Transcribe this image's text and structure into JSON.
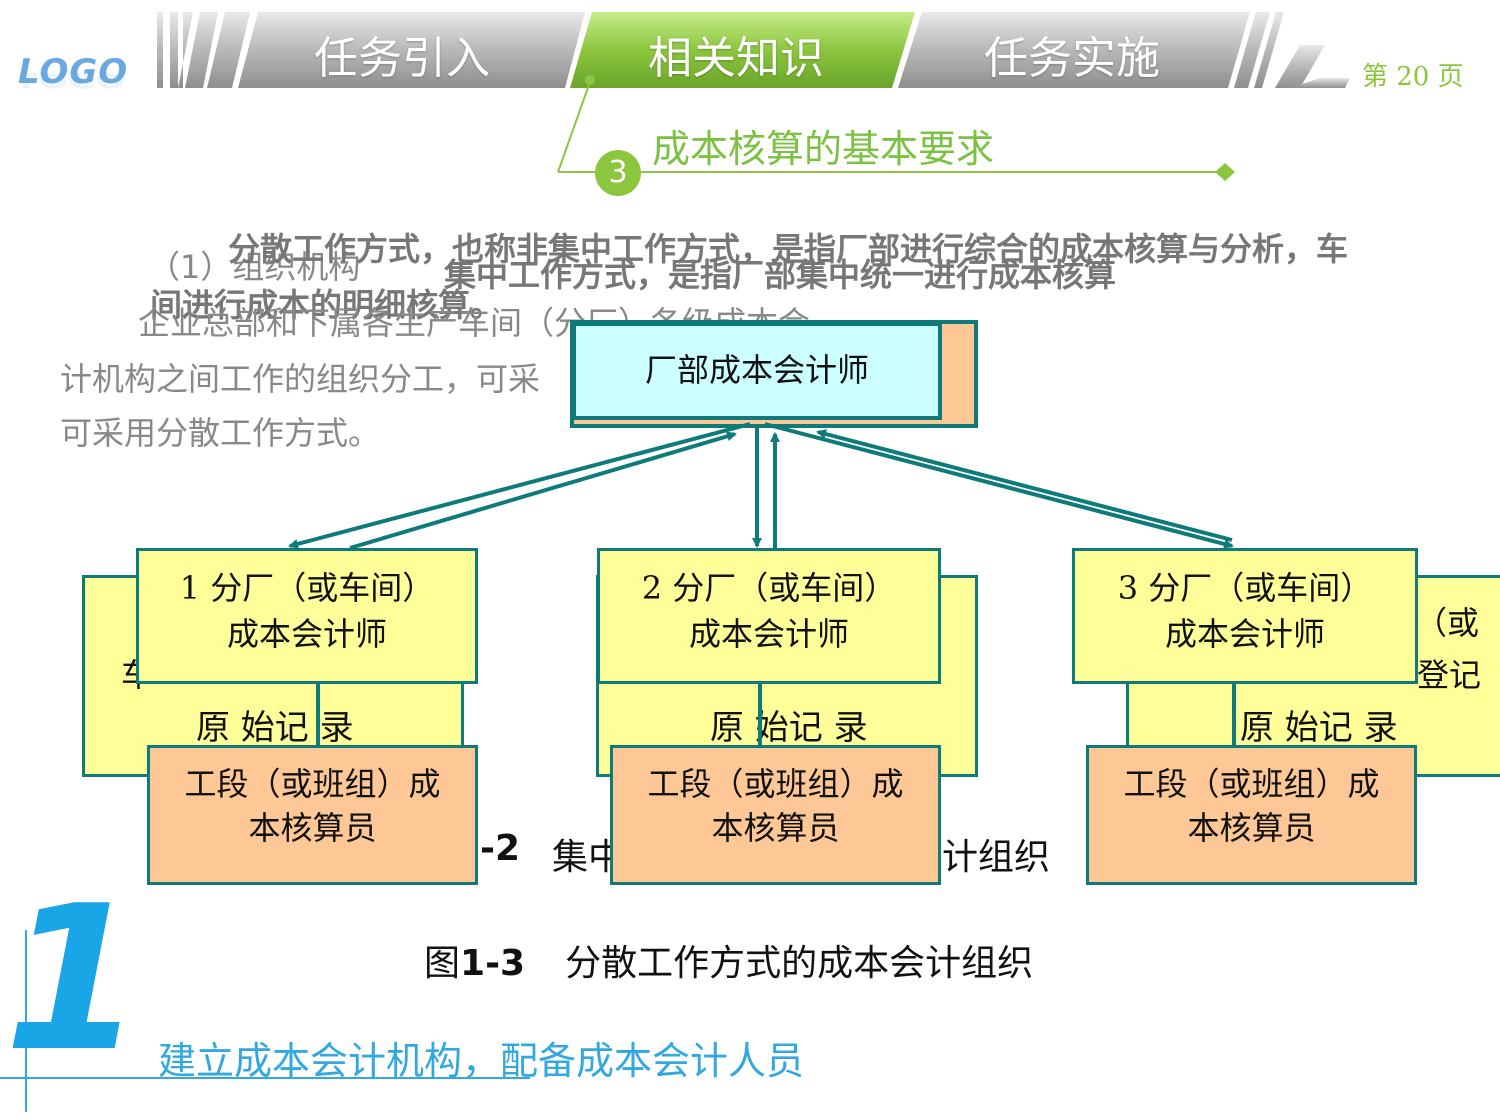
{
  "header": {
    "logo_text": "LOGO",
    "tabs": [
      {
        "label": "任务引入",
        "active": false
      },
      {
        "label": "相关知识",
        "active": true
      },
      {
        "label": "任务实施",
        "active": false
      }
    ],
    "page_number": "第 20  页"
  },
  "section": {
    "step_number": "3",
    "subtitle": "成本核算的基本要求"
  },
  "background_text": {
    "overlay_line1": "分散工作方式，也称非集中工作方式，是指厂部进行综合的成本核算与分析，车",
    "overlay_line2": "集中工作方式，是指厂部集中统一进行成本核算",
    "overlay_line3": "间进行成本的明细核算。",
    "para_heading": "（1）组织机构",
    "para_line1": "企业总部和下属各生产车间（分厂）各级成本会",
    "para_line2": "计机构之间工作的组织分工，可采",
    "para_line3": "可采用分散工作方式。"
  },
  "diagram": {
    "top_box": "厂部成本会计师",
    "branches": [
      {
        "line1": "1 分厂（或车间）",
        "line2": "成本会计师",
        "record": "原 始记 录",
        "team_line1": "工段（或班组）成",
        "team_line2": "本核算员",
        "back_fragment": "车"
      },
      {
        "line1": "2 分厂（或车间）",
        "line2": "成本会计师",
        "record": "原 始记 录",
        "team_line1": "工段（或班组）成",
        "team_line2": "本核算员",
        "back_fragment": ""
      },
      {
        "line1": "3 分厂（或车间）",
        "line2": "成本会计师",
        "record": "原 始记 录",
        "team_line1": "工段（或班组）成",
        "team_line2": "本核算员",
        "back_fragment": "（或",
        "back_fragment2": "登记"
      }
    ],
    "caption_behind_prefix": "-2",
    "caption_behind_mid": "集中",
    "caption_behind_suffix": "计组织",
    "caption_prefix": "图",
    "caption_num": "1-3",
    "caption_text": "分散工作方式的成本会计组织"
  },
  "footer": {
    "big_number": "1",
    "section_title": "建立成本会计机构，配备成本会计人员"
  },
  "colors": {
    "accent_green": "#8cc63f",
    "teal_border": "#0e7a7a",
    "section_blue": "#33a8e0"
  }
}
